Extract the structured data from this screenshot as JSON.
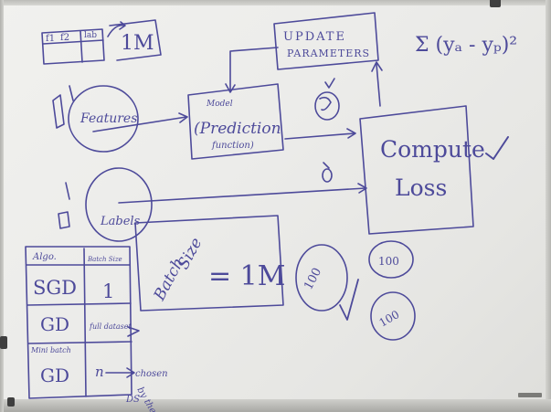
{
  "whiteboard": {
    "table_header": [
      "f1",
      "f2",
      "lab"
    ],
    "dataset_size": "1M",
    "features": "Features",
    "labels": "Labels",
    "model_small": "Model",
    "model_main": "(Prediction",
    "model_sub": "function)",
    "update": [
      "UPDATE",
      "PARAMETERS"
    ],
    "compute": [
      "Compute",
      "Loss"
    ],
    "formula": "Σ (yₐ - yₚ)²",
    "batch_size": [
      "Batch",
      "Size"
    ],
    "batch_value": "= 1M",
    "algo_table": {
      "headers": [
        "Algo.",
        "Batch Size"
      ],
      "rows": [
        {
          "algo": "SGD",
          "batch": "1"
        },
        {
          "algo": "GD",
          "batch": "full dataset"
        },
        {
          "algo_top": "Mini batch",
          "algo": "GD",
          "batch": "n"
        }
      ]
    },
    "chosen_note": [
      "chosen",
      "by the",
      "DS"
    ],
    "circles": [
      "100",
      "100",
      "100"
    ]
  },
  "colors": {
    "board": "#ededea",
    "marker": "#4d4a9a",
    "frame": "#c4c4c0"
  }
}
